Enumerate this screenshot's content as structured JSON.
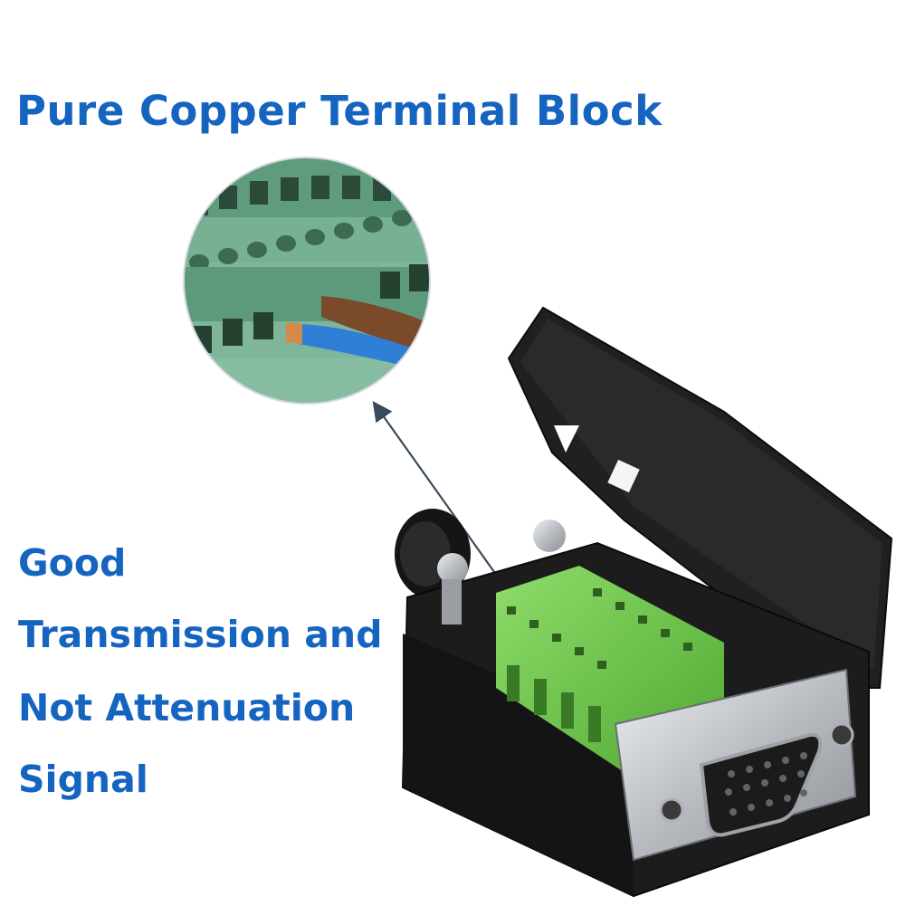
{
  "headline": "Pure Copper Terminal Block",
  "features": [
    "Good",
    "Transmission and",
    "Not Attenuation",
    "Signal"
  ],
  "colors": {
    "headline": "#1565c0",
    "terminal_green": "#6cc44a",
    "zoom_green": "#6aa88a",
    "housing_black": "#1a1a1a",
    "metal": "#c9ccd0"
  },
  "icons": [
    "zoom-circle",
    "pointer-arrow",
    "db15-connector"
  ]
}
